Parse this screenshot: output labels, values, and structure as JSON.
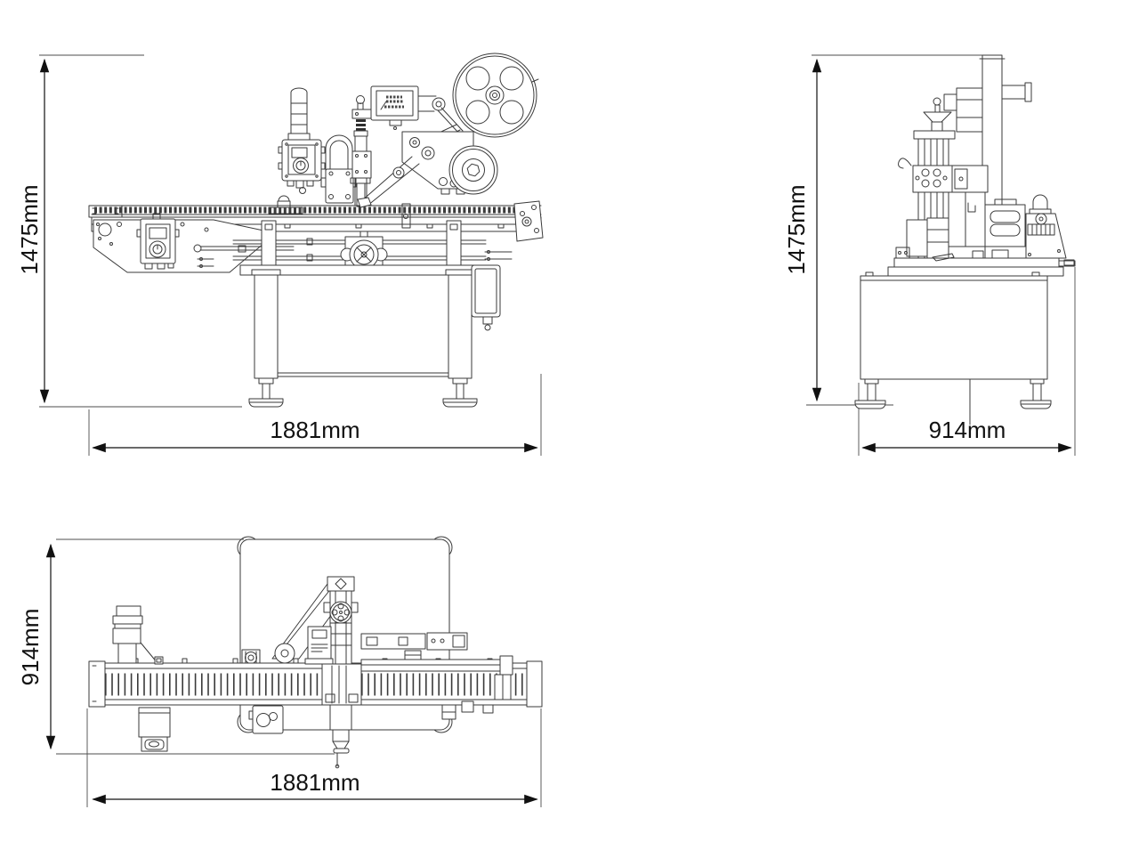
{
  "page": {
    "background": "#ffffff"
  },
  "drawing": {
    "type": "technical-three-view",
    "subject": "inline labeling machine with conveyor",
    "line_color": "#3a3a3a",
    "dimension_color": "#111111",
    "views": [
      {
        "id": "front",
        "position": "top-left",
        "height": "1475mm",
        "width": "1881mm"
      },
      {
        "id": "side",
        "position": "top-right",
        "height": "1475mm",
        "depth": "914mm"
      },
      {
        "id": "top",
        "position": "bottom-left",
        "depth": "914mm",
        "width": "1881mm"
      }
    ]
  },
  "dimensions": {
    "front_height": "1475mm",
    "front_width": "1881mm",
    "side_height": "1475mm",
    "side_depth": "914mm",
    "top_depth": "914mm",
    "top_width": "1881mm"
  }
}
